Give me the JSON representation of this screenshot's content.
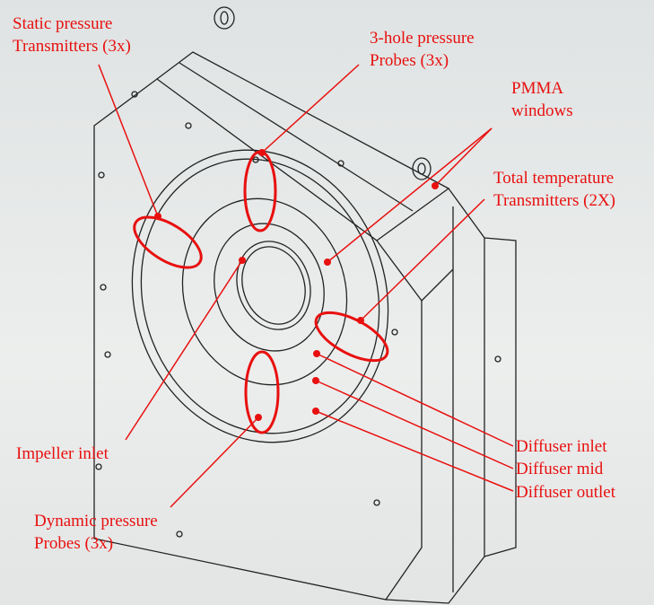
{
  "colors": {
    "annotation": "#e8100f",
    "drawing": "#222222",
    "background": "#e6e8e8"
  },
  "labels": {
    "static_pressure": [
      "Static pressure",
      "Transmitters (3x)"
    ],
    "three_hole": [
      "3-hole pressure",
      "Probes (3x)"
    ],
    "pmma": [
      "PMMA",
      "windows"
    ],
    "total_temperature": [
      "Total temperature",
      "Transmitters (2X)"
    ],
    "impeller_inlet": "Impeller inlet",
    "dynamic_pressure": [
      "Dynamic pressure",
      "Probes (3x)"
    ],
    "diffuser_inlet": "Diffuser inlet",
    "diffuser_mid": "Diffuser mid",
    "diffuser_outlet": "Diffuser outlet"
  }
}
